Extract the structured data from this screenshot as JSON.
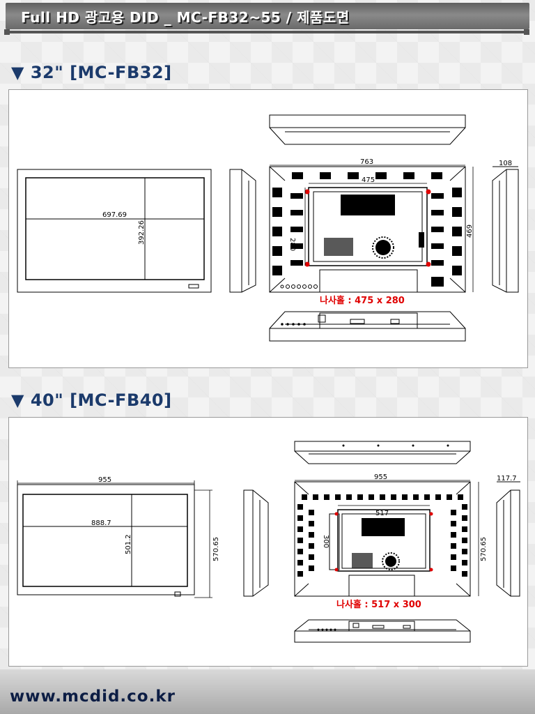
{
  "header": {
    "title": "Full HD 광고용 DID _ MC-FB32~55 / 제품도면"
  },
  "sections": [
    {
      "title": "▼ 32\" [MC-FB32]",
      "front_width": "697.69",
      "front_height": "392.26",
      "rear_width": "763",
      "hole_width": "475",
      "hole_height": "280",
      "rear_height": "469",
      "side_depth": "108",
      "hole_label": "나사홀 : 475 x 280"
    },
    {
      "title": "▼ 40\" [MC-FB40]",
      "outer_width": "955",
      "front_width": "888.7",
      "front_height": "501.2",
      "outer_height": "570.65",
      "rear_width": "955",
      "hole_width": "517",
      "hole_height": "300",
      "rear_height": "570.65",
      "side_depth": "117.7",
      "hole_label": "나사홀 : 517 x 300"
    }
  ],
  "footer": {
    "website": "www.mcdid.co.kr"
  }
}
